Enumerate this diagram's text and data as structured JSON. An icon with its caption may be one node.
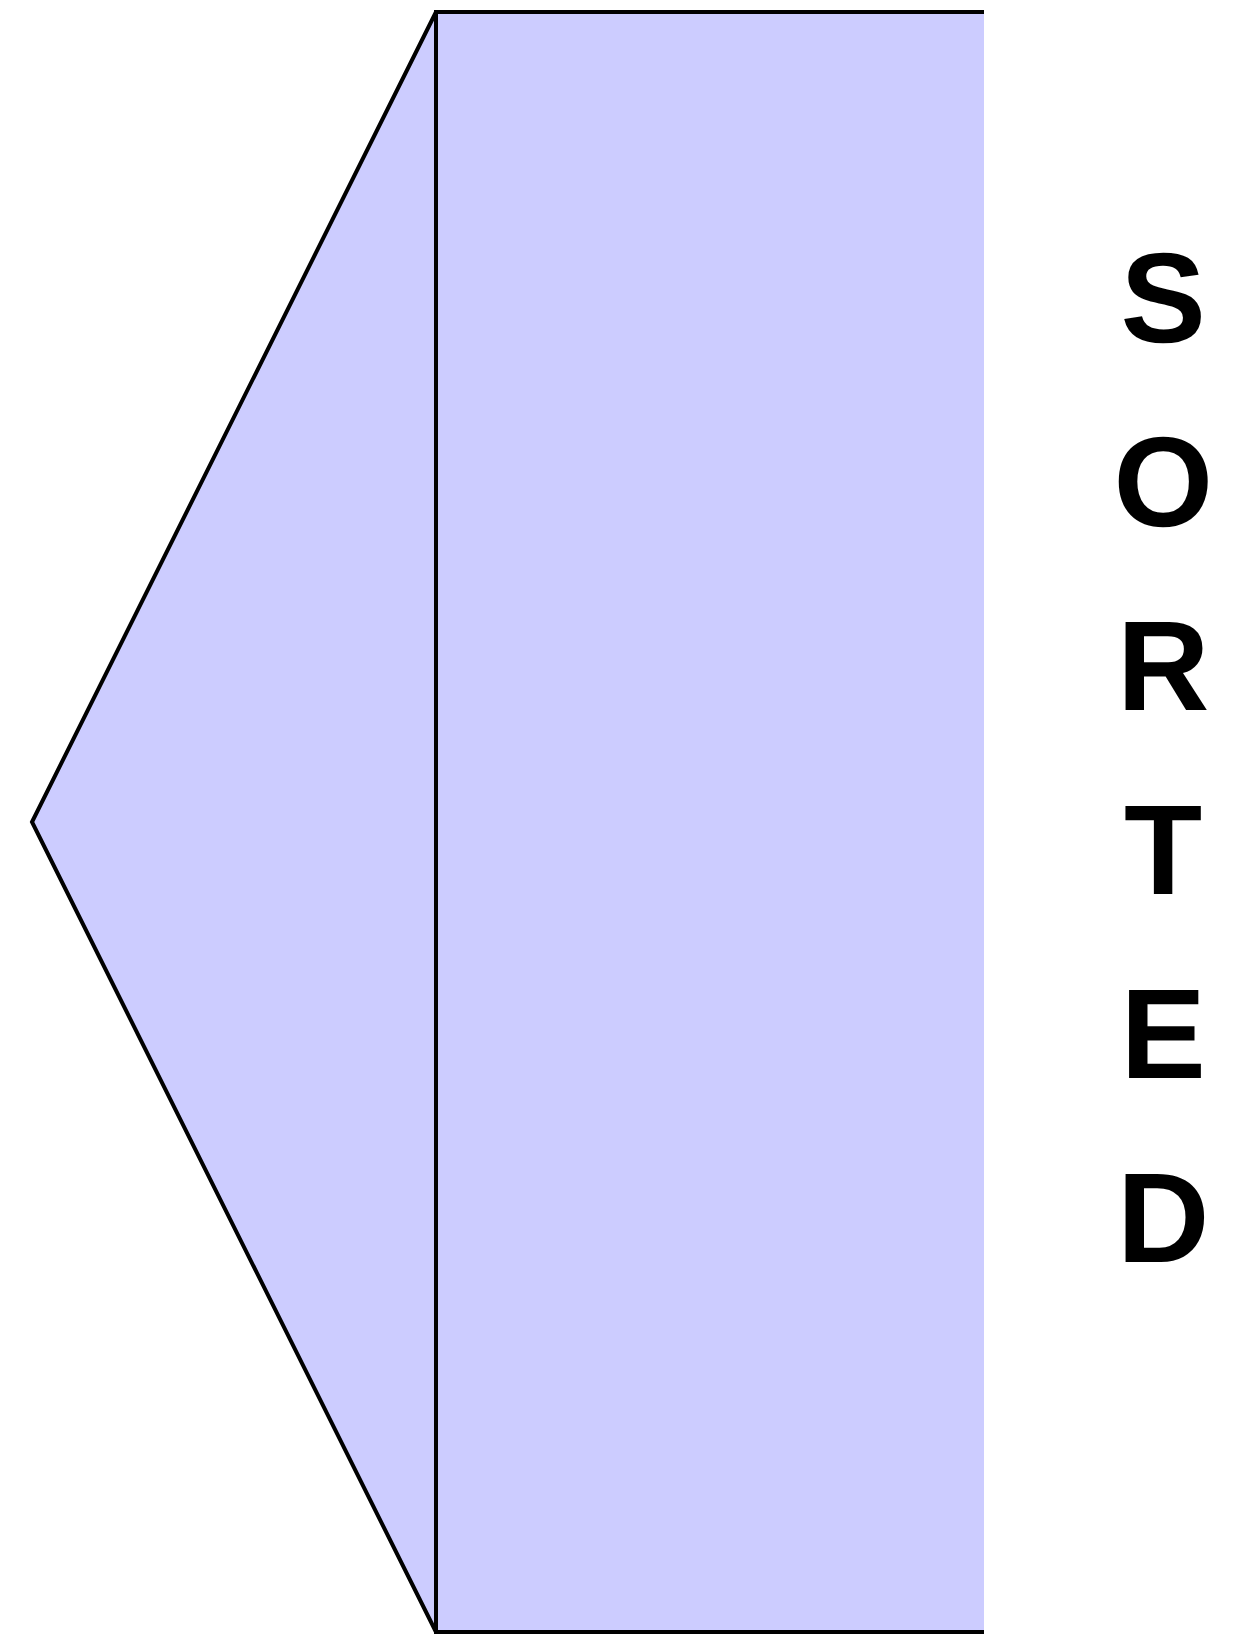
{
  "diagram": {
    "nodes": [
      {
        "text": [],
        "shape": "triangle"
      },
      {
        "text": [],
        "shape": "box",
        "beside": [
          "SORTED"
        ]
      }
    ]
  }
}
